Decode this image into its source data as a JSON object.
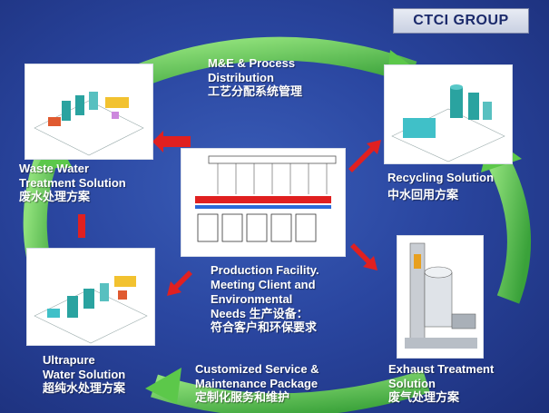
{
  "header": {
    "group_label": "CTCI  GROUP"
  },
  "nodes": {
    "me_process": {
      "title_en": "M&E & Process\nDistribution",
      "title_zh": "工艺分配系统管理"
    },
    "waste_water": {
      "title_en": "Waste Water\nTreatment Solution",
      "title_zh": "废水处理方案"
    },
    "recycling": {
      "title_en": "Recycling Solution",
      "title_zh": "中水回用方案"
    },
    "production": {
      "title_en": "Production Facility.\nMeeting Client and\nEnvironmental\nNeeds 生产设备：",
      "title_zh": "符合客户和环保要求"
    },
    "ultrapure": {
      "title_en": "Ultrapure\nWater Solution",
      "title_zh": "超纯水处理方案"
    },
    "customized": {
      "title_en": "Customized Service &\nMaintenance Package",
      "title_zh": "定制化服务和维护"
    },
    "exhaust": {
      "title_en": "Exhaust Treatment\nSolution",
      "title_zh": "废气处理方案"
    }
  },
  "colors": {
    "cycle_arrow": "#5cc84a",
    "connector_arrow": "#e02020",
    "background": "#2a46a0"
  }
}
